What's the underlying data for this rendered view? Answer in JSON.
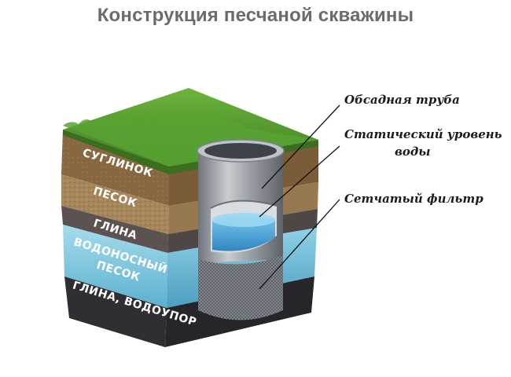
{
  "title": "Конструкция песчаной скважины",
  "layers": [
    {
      "label": "СУГЛИНОК"
    },
    {
      "label": "ПЕСОК"
    },
    {
      "label": "ГЛИНА"
    },
    {
      "label": "ВОДОНОСНЫЙ"
    },
    {
      "label": "ПЕСОК"
    },
    {
      "label": "ГЛИНА, ВОДОУПОР"
    }
  ],
  "callouts": {
    "casing": "Обсадная труба",
    "static_level_line1": "Статический уровень",
    "static_level_line2": "воды",
    "filter": "Сетчатый фильтр"
  },
  "colors": {
    "grass": "#4f9a2e",
    "loam": "#8a6a45",
    "sand": "#a88a5e",
    "clay": "#5f5552",
    "aquifer": "#7fc4d8",
    "aquitard": "#2f2f33",
    "pipe": "#9aa0a6",
    "water": "#4aa8d8"
  }
}
